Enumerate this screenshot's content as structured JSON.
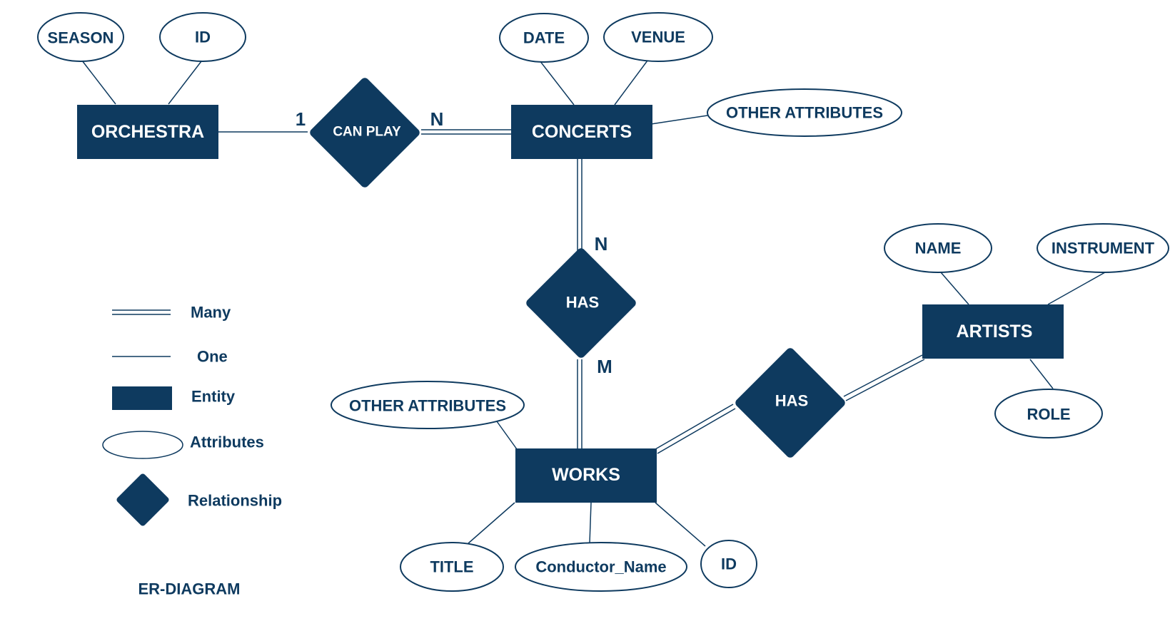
{
  "colors": {
    "primary": "#0e3a5f",
    "background": "#ffffff",
    "text_on_dark": "#ffffff"
  },
  "entities": {
    "orchestra": "ORCHESTRA",
    "concerts": "CONCERTS",
    "works": "WORKS",
    "artists": "ARTISTS"
  },
  "relationships": {
    "can_play": "CAN PLAY",
    "has_concerts_works": "HAS",
    "has_works_artists": "HAS"
  },
  "attributes": {
    "orchestra_season": "SEASON",
    "orchestra_id": "ID",
    "concerts_date": "DATE",
    "concerts_venue": "VENUE",
    "concerts_other": "OTHER ATTRIBUTES",
    "artists_name": "NAME",
    "artists_instrument": "INSTRUMENT",
    "artists_role": "ROLE",
    "works_other": "OTHER ATTRIBUTES",
    "works_title": "TITLE",
    "works_conductor": "Conductor_Name",
    "works_id": "ID"
  },
  "cardinalities": {
    "orchestra_can_play": "1",
    "can_play_concerts": "N",
    "concerts_has": "N",
    "has_works": "M"
  },
  "legend": {
    "many": "Many",
    "one": "One",
    "entity": "Entity",
    "attributes": "Attributes",
    "relationship": "Relationship"
  },
  "caption": "ER-DIAGRAM"
}
